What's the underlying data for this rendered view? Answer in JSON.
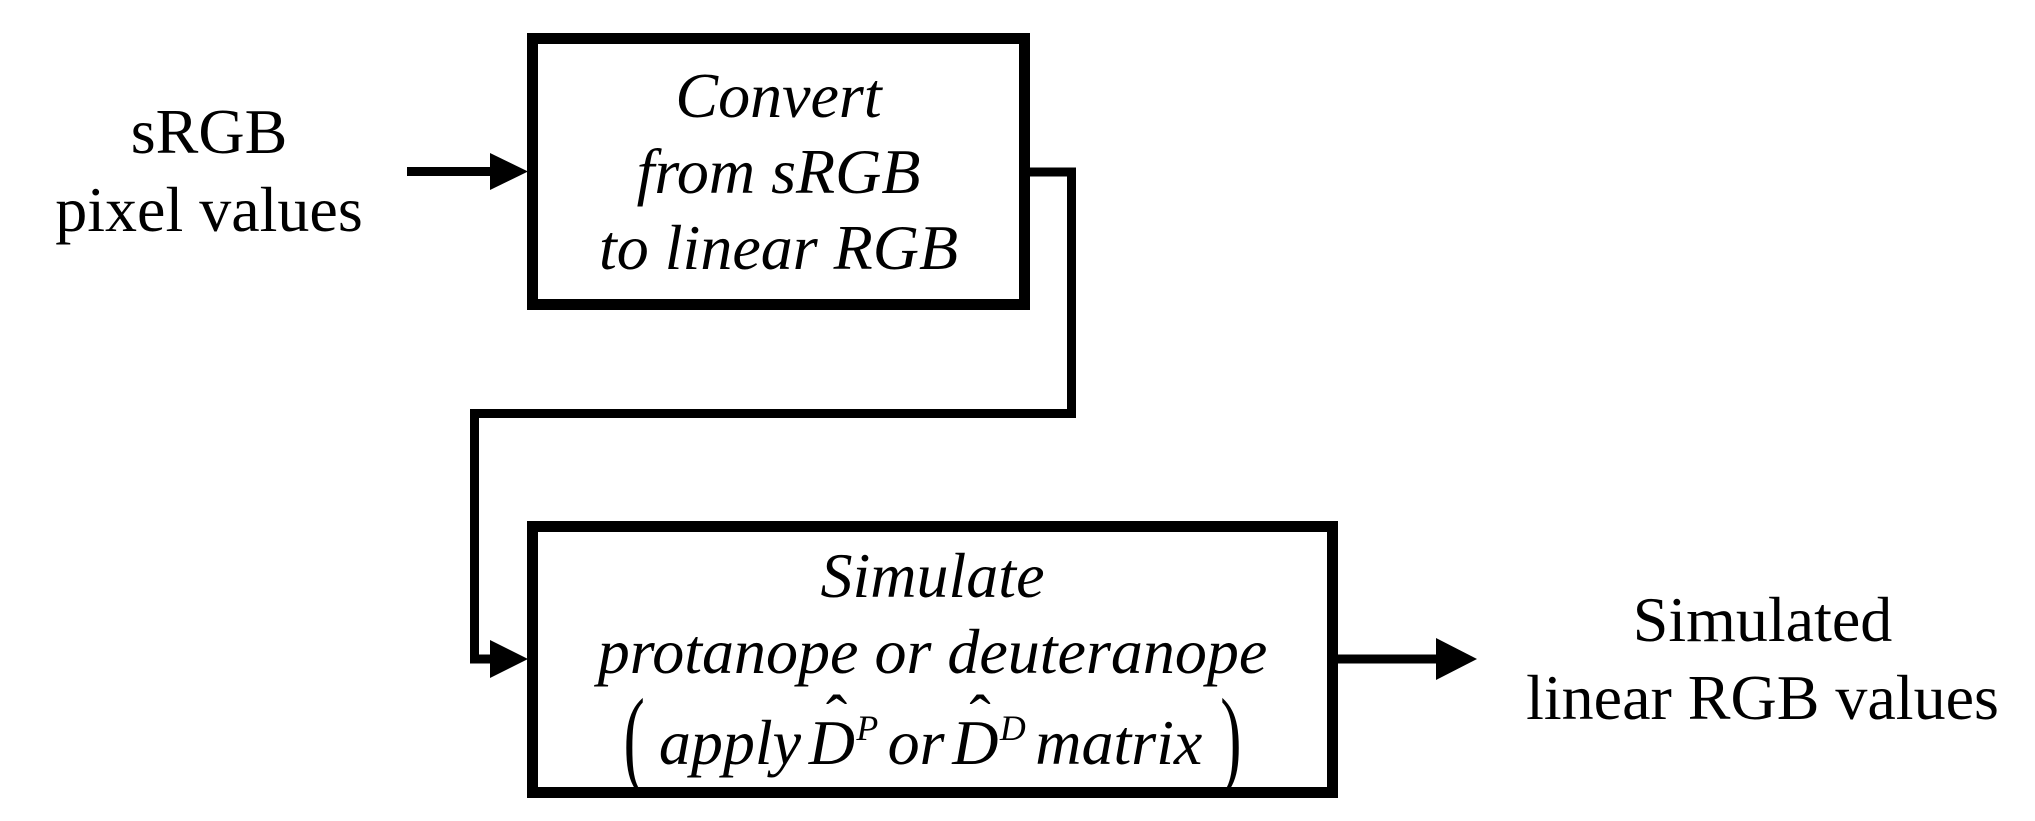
{
  "labels": {
    "input": [
      "sRGB",
      "pixel values"
    ],
    "output": [
      "Simulated",
      "linear RGB values"
    ]
  },
  "boxes": {
    "convert": {
      "lines": [
        "Convert",
        "from sRGB",
        "to linear RGB"
      ]
    },
    "simulate": {
      "lines": [
        "Simulate",
        "protanope or deuteranope"
      ],
      "formula": {
        "open": "(",
        "apply": "apply",
        "d1": "D",
        "hat1": "ˆ",
        "sup1": "P",
        "or": "or",
        "d2": "D",
        "hat2": "ˆ",
        "sup2": "D",
        "matrix": "matrix",
        "close": ")"
      }
    }
  },
  "colors": {
    "ink": "#000000",
    "background": "#ffffff"
  }
}
